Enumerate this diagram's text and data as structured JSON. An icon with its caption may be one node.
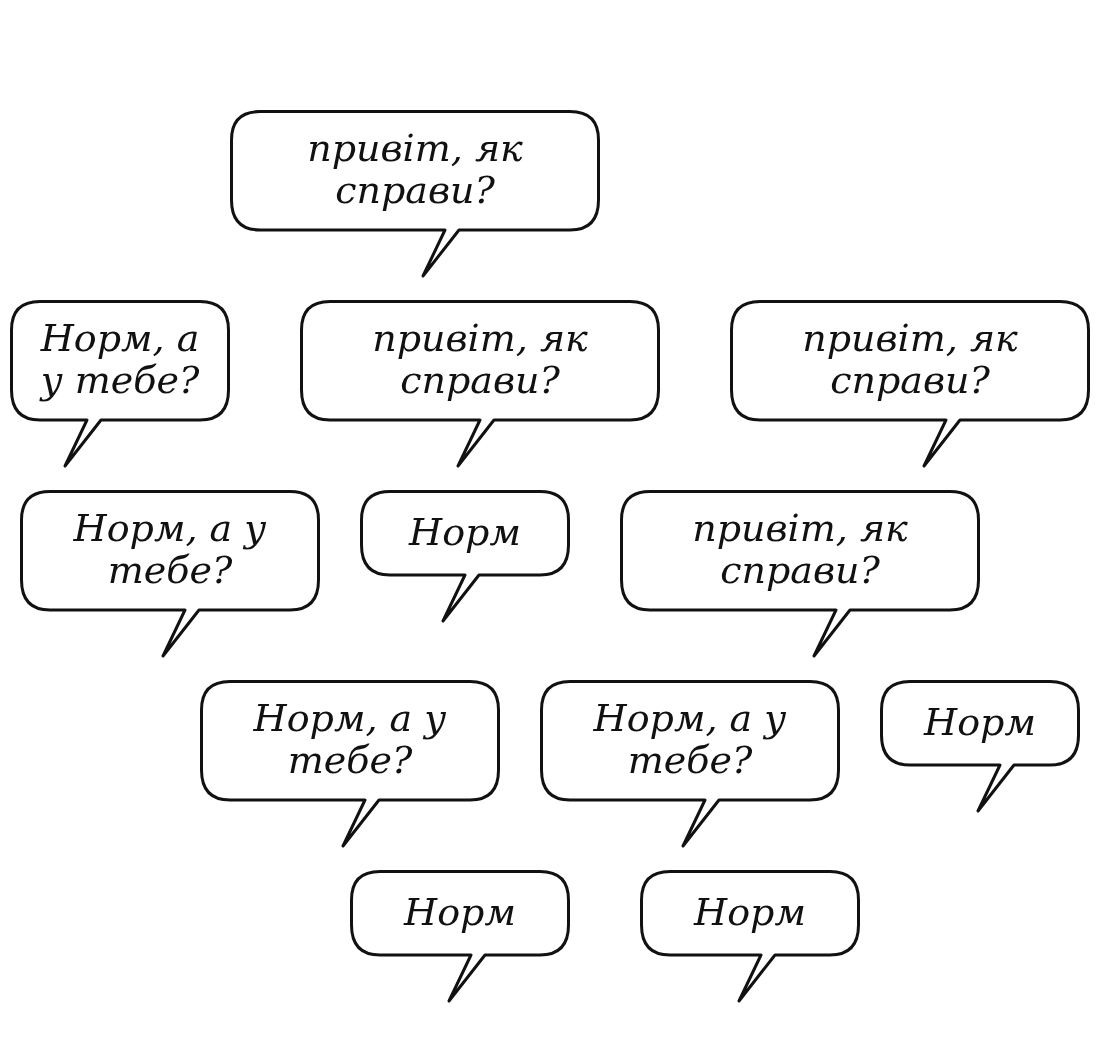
{
  "diagram": {
    "nodes": [
      {
        "text": [
          "привіт, як справи?"
        ]
      },
      {
        "text": [
          "Норм, а у тебе?"
        ]
      },
      {
        "text": [
          "привіт, як справи?"
        ]
      },
      {
        "text": [
          "привіт, як справи?"
        ]
      },
      {
        "text": [
          "привіт, як справи?"
        ]
      },
      {
        "text": [
          "Норм"
        ]
      },
      {
        "text": [
          "Норм, а у тебе?"
        ]
      },
      {
        "text": [
          "Норм, а у тебе?"
        ]
      },
      {
        "text": [
          "Норм, а у тебе?"
        ]
      },
      {
        "text": [
          "Норм"
        ]
      },
      {
        "text": [
          "Норм"
        ]
      },
      {
        "text": [
          "Норм"
        ]
      }
    ]
  }
}
